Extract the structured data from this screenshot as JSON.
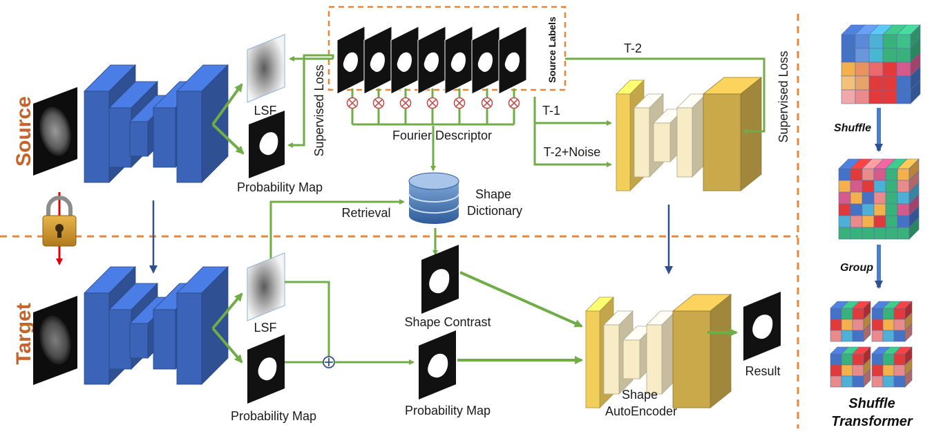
{
  "sections": {
    "source": "Source",
    "target": "Target"
  },
  "labels": {
    "source_labels": "Source Labels",
    "supervised_loss_left": "Supervised Loss",
    "supervised_loss_right": "Supervised Loss",
    "lsf_source": "LSF",
    "lsf_target": "LSF",
    "prob_map_source": "Probability Map",
    "prob_map_target": "Probability Map",
    "prob_map_mid": "Probability Map",
    "fourier_descriptor": "Fourier  Descriptor",
    "shape_dictionary_line1": "Shape",
    "shape_dictionary_line2": "Dictionary",
    "retrieval": "Retrieval",
    "t2": "T-2",
    "t1": "T-1",
    "t2_noise": "T-2+Noise",
    "shape_contrast": "Shape Contrast",
    "shape_autoencoder_line1": "Shape",
    "shape_autoencoder_line2": "AutoEncoder",
    "result": "Result",
    "shuffle": "Shuffle",
    "group": "Group",
    "shuffle_transformer_line1": "Shuffle",
    "shuffle_transformer_line2": "Transformer"
  },
  "colors": {
    "encoder_blue": "#3b64b8",
    "encoder_blue_dark": "#27488f",
    "ae_yellow": "#f2cf5b",
    "ae_cream": "#f7ecc6",
    "ae_gold": "#c9a94a",
    "arrow_green": "#70ad47",
    "arrow_blue": "#2f4f8f",
    "dash_orange": "#e98536",
    "section_orange": "#c5642a",
    "mult_red": "#c0504d",
    "cube_blue": "#4472c4",
    "cube_red": "#e23a3a",
    "cube_green": "#38b27a",
    "cube_orange": "#f4b04a"
  },
  "icons": [
    "lock-icon",
    "database-icon",
    "multiply-icon",
    "add-icon"
  ]
}
